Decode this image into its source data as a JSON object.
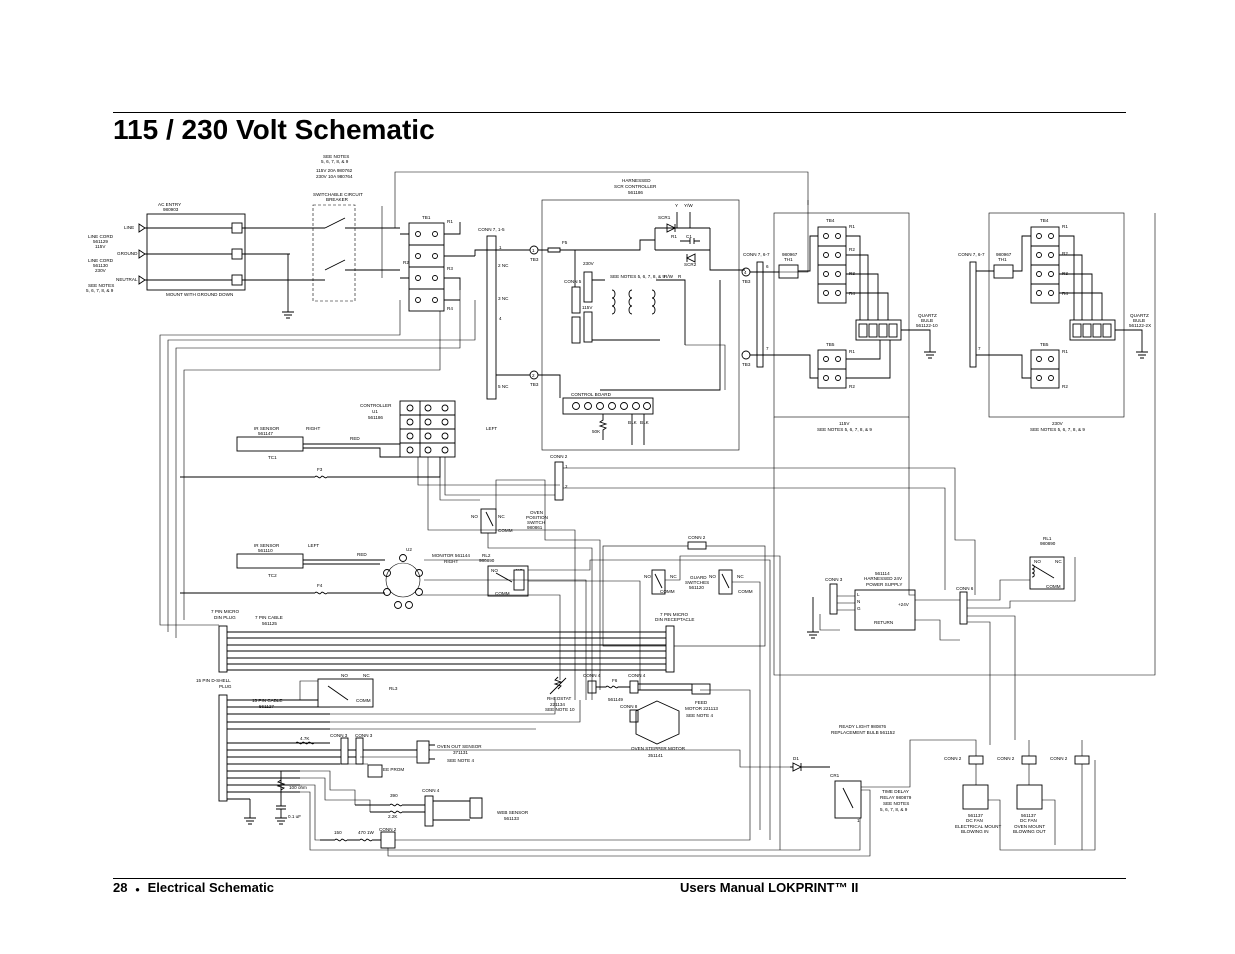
{
  "title": "115 / 230 Volt Schematic",
  "footer": {
    "page_number": "28",
    "bullet": "●",
    "section": "Electrical Schematic",
    "manual": "Users Manual LOKPRINT™ II"
  },
  "labels": {
    "see_notes_top": "SEE NOTES",
    "see_notes_top_nums": "5, 6, 7, 8, & 9",
    "breaker_115": "115V  20A  980762",
    "breaker_230": "230V  10A  980764",
    "switchable_breaker_1": "SWITCHABLE CIRCUIT",
    "switchable_breaker_2": "BREAKER",
    "ac_entry": "AC ENTRY",
    "ac_entry_pn": "980903",
    "line": "LINE",
    "ground": "GROUND",
    "neutral": "NEUTRAL",
    "line_cord_a": "LINE CORD",
    "line_cord_a_pn": "561129",
    "line_cord_a_v": "115V",
    "line_cord_b": "LINE CORD",
    "line_cord_b_pn": "561130",
    "line_cord_b_v": "230V",
    "see_notes_left": "SEE NOTES",
    "see_notes_left_nums": "5, 6, 7, 8, & 9",
    "mount_ground": "MOUNT WITH GROUND DOWN",
    "tb1": "TB1",
    "r1": "R1",
    "r2": "R2",
    "r3": "R3",
    "r4": "R4",
    "conn7_1_5": "CONN 7, 1-5",
    "nc2": "2 NC",
    "nc3": "3 NC",
    "n4": "4",
    "nc5": "5 NC",
    "n1": "1",
    "n2": "2",
    "tb3": "TB3",
    "f5": "F5",
    "scr_title_1": "HARNESSED",
    "scr_title_2": "SCR CONTROLLER",
    "scr_title_pn": "561186",
    "y": "Y",
    "yw": "Y/W",
    "scr1": "SCR1",
    "scr2": "SCR2",
    "c1": "C1",
    "rw": "R/W",
    "r": "R",
    "v230": "230V",
    "v115": "115V",
    "see_notes_scr": "SEE NOTES 5, 6, 7, 8, & 9",
    "conn5": "CONN 5",
    "control_board": "CONTROL BOARD",
    "k50": "50K",
    "ck1": "BLK",
    "ck2": "BLK",
    "conn2": "CONN 2",
    "controller": "CONTROLLER",
    "controller_u1": "U1",
    "controller_pn": "561186",
    "ir_sensor_1": "IR SENSOR",
    "ir_sensor_1_pn": "561147",
    "right": "RIGHT",
    "red": "RED",
    "tc1": "TC1",
    "f3": "F3",
    "left": "LEFT",
    "oven_pos_1": "OVEN",
    "oven_pos_2": "POSITION",
    "oven_pos_3": "SWITCH",
    "oven_pos_pn": "980861",
    "no": "NO",
    "nc": "NC",
    "comm": "COMM",
    "ir_sensor_2": "IR SENSOR",
    "ir_sensor_2_pn": "561110",
    "left2": "LEFT",
    "red2": "RED",
    "tc2": "TC2",
    "f4": "F4",
    "u2": "U2",
    "monitor": "MONITOR 561144",
    "right2": "RIGHT",
    "rl2": "RL2",
    "rl2_pn": "980890",
    "guard_1": "GUARD",
    "guard_2": "SWITCHES",
    "guard_pn": "561120",
    "pin7_din_plug_1": "7 PIN MICRO",
    "pin7_din_plug_2": "DIN PLUG",
    "pin7_cable": "7 PIN CABLE",
    "pin7_cable_pn": "561125",
    "pin7_recept_1": "7 PIN MICRO",
    "pin7_recept_2": "DIN RECEPTACLE",
    "pin15_plug_1": "15 PIN D-SHELL",
    "pin15_plug_2": "PLUG",
    "pin15_cable": "15 PIN CABLE",
    "pin15_cable_pn": "561127",
    "rl3": "RL3",
    "conn3": "CONN 3",
    "conn4": "CONN 4",
    "conn6": "CONN 6",
    "conn8": "CONN 8",
    "f6": "F6",
    "r47k": "4.7K",
    "r100": "100 ohm",
    "c01": "0.1 uF",
    "r390": "390",
    "r22k": "2.2K",
    "r150": "150",
    "r470": "470 1W",
    "ee_prom": "EE PROM",
    "oven_out_1": "OVEN OUT SENSOR",
    "oven_out_pn": "371131",
    "oven_out_note": "SEE NOTE 4",
    "web_sensor": "WEB SENSOR",
    "web_sensor_pn": "561133",
    "rheostat": "RHEOSTAT",
    "rheostat_pn": "221134",
    "rheostat_note": "SEE NOTE 10",
    "fuse_561149": "561149",
    "feed_1": "FEED",
    "feed_2": "MOTOR 221113",
    "feed_3": "SEE NOTE 4",
    "stepper_1": "OVEN STEPPER MOTOR",
    "stepper_pn": "351141",
    "tb4": "TB4",
    "tb5": "TB5",
    "conn7_6_7": "CONN 7, 6-7",
    "conn7_6_7b": "CONN 7, 6-7",
    "n6": "6",
    "n7": "7",
    "n8": "8",
    "n9": "9",
    "th_a_1": "980967",
    "th_a_2": "TH1",
    "th_b_1": "980967",
    "th_b_2": "TH1",
    "quartz_a_1": "QUARTZ",
    "quartz_a_2": "BULB",
    "quartz_a_pn": "561122-10",
    "quartz_b_1": "QUARTZ",
    "quartz_b_2": "BULB",
    "quartz_b_pn": "561122-2X",
    "v115_box": "115V",
    "v115_box_note": "SEE NOTES 5, 6, 7, 8, & 9",
    "v230_box": "230V",
    "v230_box_note": "SEE NOTES 5, 6, 7, 8, & 9",
    "rl1": "RL1",
    "rl1_pn": "980890",
    "psu_pn": "561114",
    "psu_1": "HARNESSED 24V",
    "psu_2": "POWER SUPPLY",
    "psu_24v": "+24V",
    "psu_return": "RETURN",
    "psu_l": "L",
    "psu_n": "N",
    "psu_g": "G",
    "ready_1": "READY LIGHT 980876",
    "ready_2": "REPLACEMENT BULB 561152",
    "d1": "D1",
    "cr1": "CR1",
    "time_delay_1": "TIME DELAY",
    "time_delay_2": "RELAY 980879",
    "time_delay_3": "SEE NOTES",
    "time_delay_4": "5, 6, 7, 8, & 9",
    "fan_a_pn": "561137",
    "fan_a_1": "DC FAN",
    "fan_a_2": "ELECTRICAL MOUNT",
    "fan_a_3": "BLOWING IN",
    "fan_b_pn": "561137",
    "fan_b_1": "DC FAN",
    "fan_b_2": "OVEN MOUNT",
    "fan_b_3": "BLOWING OUT"
  }
}
